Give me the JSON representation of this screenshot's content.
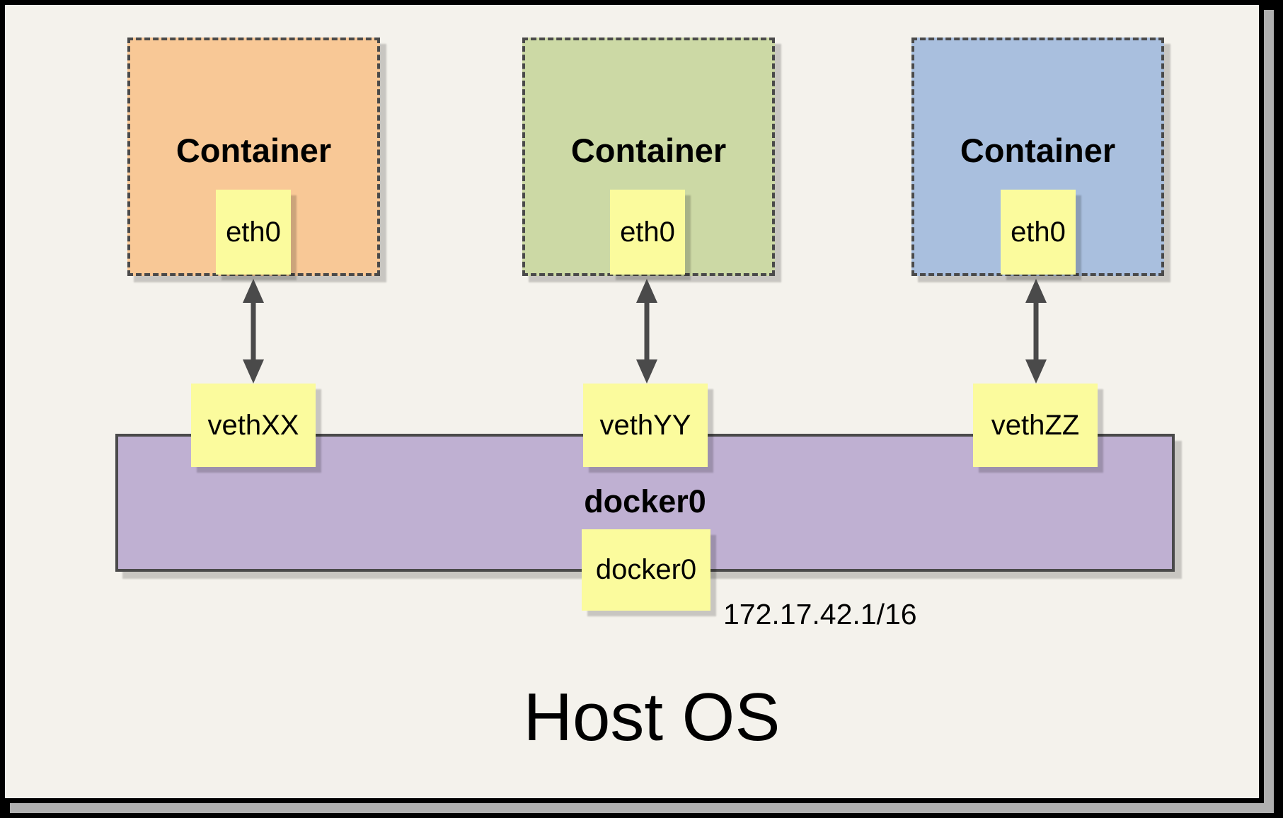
{
  "diagram": {
    "host": {
      "title": "Host OS"
    },
    "containers": [
      {
        "name": "Container",
        "interface": "eth0",
        "veth": "vethXX",
        "fill": "#F8C896"
      },
      {
        "name": "Container",
        "interface": "eth0",
        "veth": "vethYY",
        "fill": "#CCD9A5"
      },
      {
        "name": "Container",
        "interface": "eth0",
        "veth": "vethZZ",
        "fill": "#A9BFDE"
      }
    ],
    "bridge": {
      "name": "docker0",
      "interface": "docker0",
      "ip": "172.17.42.1/16",
      "fill": "#BFB0D2"
    },
    "colors": {
      "background": "#F4F2EC",
      "frame": "#000000",
      "frame_shadow": "#b0b0b0",
      "line": "#4A4A4A",
      "port_fill": "#FBFB9D"
    }
  }
}
